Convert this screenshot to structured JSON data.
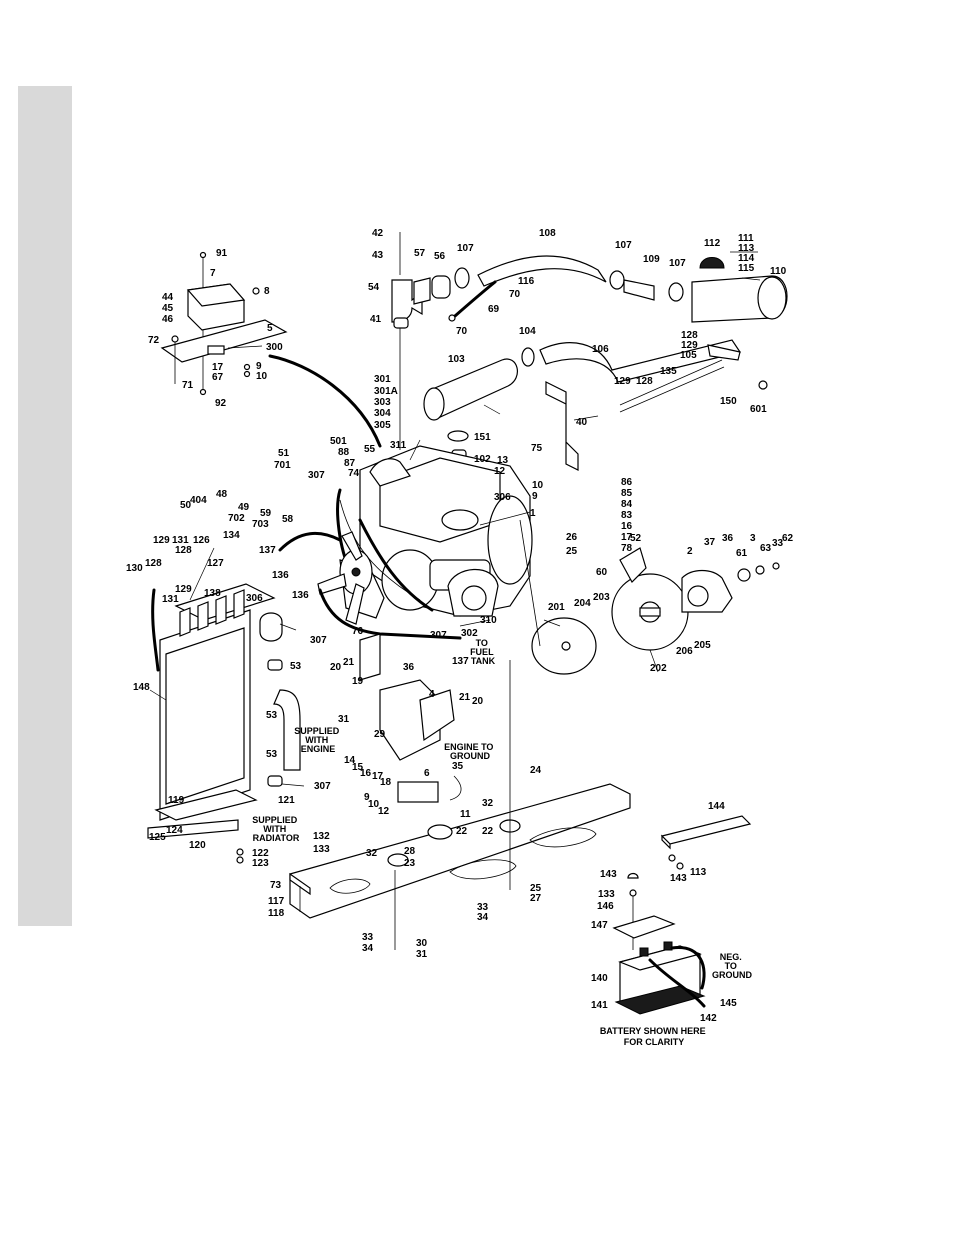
{
  "labels": [
    {
      "id": "l42",
      "t": "42"
    },
    {
      "id": "l43",
      "t": "43"
    },
    {
      "id": "l54",
      "t": "54"
    },
    {
      "id": "l41",
      "t": "41"
    },
    {
      "id": "l57",
      "t": "57"
    },
    {
      "id": "l56",
      "t": "56"
    },
    {
      "id": "l107a",
      "t": "107"
    },
    {
      "id": "l108",
      "t": "108"
    },
    {
      "id": "l116",
      "t": "116"
    },
    {
      "id": "l70a",
      "t": "70"
    },
    {
      "id": "l69",
      "t": "69"
    },
    {
      "id": "l70b",
      "t": "70"
    },
    {
      "id": "l107b",
      "t": "107"
    },
    {
      "id": "l109",
      "t": "109"
    },
    {
      "id": "l107c",
      "t": "107"
    },
    {
      "id": "l112",
      "t": "112"
    },
    {
      "id": "l111",
      "t": "111"
    },
    {
      "id": "l113a",
      "t": "113"
    },
    {
      "id": "l114",
      "t": "114"
    },
    {
      "id": "l115",
      "t": "115"
    },
    {
      "id": "l110",
      "t": "110"
    },
    {
      "id": "l91",
      "t": "91"
    },
    {
      "id": "l7",
      "t": "7"
    },
    {
      "id": "l8",
      "t": "8"
    },
    {
      "id": "l44",
      "t": "44"
    },
    {
      "id": "l45",
      "t": "45"
    },
    {
      "id": "l46",
      "t": "46"
    },
    {
      "id": "l72",
      "t": "72"
    },
    {
      "id": "l5",
      "t": "5"
    },
    {
      "id": "l300",
      "t": "300"
    },
    {
      "id": "l17a",
      "t": "17"
    },
    {
      "id": "l67",
      "t": "67"
    },
    {
      "id": "l9a",
      "t": "9"
    },
    {
      "id": "l10a",
      "t": "10"
    },
    {
      "id": "l71",
      "t": "71"
    },
    {
      "id": "l92",
      "t": "92"
    },
    {
      "id": "l104",
      "t": "104"
    },
    {
      "id": "l106",
      "t": "106"
    },
    {
      "id": "l103",
      "t": "103"
    },
    {
      "id": "l128a",
      "t": "128"
    },
    {
      "id": "l129a",
      "t": "129"
    },
    {
      "id": "l105",
      "t": "105"
    },
    {
      "id": "l135",
      "t": "135"
    },
    {
      "id": "l129b",
      "t": "129"
    },
    {
      "id": "l128b",
      "t": "128"
    },
    {
      "id": "l150",
      "t": "150"
    },
    {
      "id": "l601",
      "t": "601"
    },
    {
      "id": "l301",
      "t": "301"
    },
    {
      "id": "l301A",
      "t": "301A"
    },
    {
      "id": "l303",
      "t": "303"
    },
    {
      "id": "l304",
      "t": "304"
    },
    {
      "id": "l305",
      "t": "305"
    },
    {
      "id": "l151",
      "t": "151"
    },
    {
      "id": "l40",
      "t": "40"
    },
    {
      "id": "l501",
      "t": "501"
    },
    {
      "id": "l88",
      "t": "88"
    },
    {
      "id": "l87",
      "t": "87"
    },
    {
      "id": "l74",
      "t": "74"
    },
    {
      "id": "l55",
      "t": "55"
    },
    {
      "id": "l311",
      "t": "311"
    },
    {
      "id": "l102",
      "t": "102"
    },
    {
      "id": "l75",
      "t": "75"
    },
    {
      "id": "l13",
      "t": "13"
    },
    {
      "id": "l12a",
      "t": "12"
    },
    {
      "id": "l10b",
      "t": "10"
    },
    {
      "id": "l9b",
      "t": "9"
    },
    {
      "id": "l306a",
      "t": "306"
    },
    {
      "id": "l51",
      "t": "51"
    },
    {
      "id": "l701",
      "t": "701"
    },
    {
      "id": "l307a",
      "t": "307"
    },
    {
      "id": "l50",
      "t": "50"
    },
    {
      "id": "l404",
      "t": "404"
    },
    {
      "id": "l48",
      "t": "48"
    },
    {
      "id": "l49",
      "t": "49"
    },
    {
      "id": "l702",
      "t": "702"
    },
    {
      "id": "l59",
      "t": "59"
    },
    {
      "id": "l703",
      "t": "703"
    },
    {
      "id": "l58",
      "t": "58"
    },
    {
      "id": "l1",
      "t": "1"
    },
    {
      "id": "l86",
      "t": "86"
    },
    {
      "id": "l85",
      "t": "85"
    },
    {
      "id": "l84",
      "t": "84"
    },
    {
      "id": "l83",
      "t": "83"
    },
    {
      "id": "l16a",
      "t": "16"
    },
    {
      "id": "l17b",
      "t": "17"
    },
    {
      "id": "l78",
      "t": "78"
    },
    {
      "id": "l26",
      "t": "26"
    },
    {
      "id": "l25a",
      "t": "25"
    },
    {
      "id": "l52",
      "t": "52"
    },
    {
      "id": "l37",
      "t": "37"
    },
    {
      "id": "l36a",
      "t": "36"
    },
    {
      "id": "l3",
      "t": "3"
    },
    {
      "id": "l62",
      "t": "62"
    },
    {
      "id": "l2",
      "t": "2"
    },
    {
      "id": "l61",
      "t": "61"
    },
    {
      "id": "l63",
      "t": "63"
    },
    {
      "id": "l33a",
      "t": "33"
    },
    {
      "id": "l60",
      "t": "60"
    },
    {
      "id": "l137a",
      "t": "137"
    },
    {
      "id": "l136a",
      "t": "136"
    },
    {
      "id": "l306b",
      "t": "306"
    },
    {
      "id": "l136b",
      "t": "136"
    },
    {
      "id": "l129c",
      "t": "129"
    },
    {
      "id": "l131a",
      "t": "131"
    },
    {
      "id": "l126",
      "t": "126"
    },
    {
      "id": "l134",
      "t": "134"
    },
    {
      "id": "l128c",
      "t": "128"
    },
    {
      "id": "l130",
      "t": "130"
    },
    {
      "id": "l128d",
      "t": "128"
    },
    {
      "id": "l127",
      "t": "127"
    },
    {
      "id": "l129d",
      "t": "129"
    },
    {
      "id": "l131b",
      "t": "131"
    },
    {
      "id": "l138",
      "t": "138"
    },
    {
      "id": "l76",
      "t": "76"
    },
    {
      "id": "l307b",
      "t": "307"
    },
    {
      "id": "l302",
      "t": "302"
    },
    {
      "id": "l310",
      "t": "310"
    },
    {
      "id": "l137b",
      "t": "137"
    },
    {
      "id": "l201",
      "t": "201"
    },
    {
      "id": "l204",
      "t": "204"
    },
    {
      "id": "l203",
      "t": "203"
    },
    {
      "id": "l206",
      "t": "206"
    },
    {
      "id": "l205",
      "t": "205"
    },
    {
      "id": "l202",
      "t": "202"
    },
    {
      "id": "l307c",
      "t": "307"
    },
    {
      "id": "l53a",
      "t": "53"
    },
    {
      "id": "l21a",
      "t": "21"
    },
    {
      "id": "l20a",
      "t": "20"
    },
    {
      "id": "l36b",
      "t": "36"
    },
    {
      "id": "l19",
      "t": "19"
    },
    {
      "id": "l148",
      "t": "148"
    },
    {
      "id": "l53b",
      "t": "53"
    },
    {
      "id": "l4",
      "t": "4"
    },
    {
      "id": "l21b",
      "t": "21"
    },
    {
      "id": "l20b",
      "t": "20"
    },
    {
      "id": "l31a",
      "t": "31"
    },
    {
      "id": "l29",
      "t": "29"
    },
    {
      "id": "l53c",
      "t": "53"
    },
    {
      "id": "l307d",
      "t": "307"
    },
    {
      "id": "l14",
      "t": "14"
    },
    {
      "id": "l15",
      "t": "15"
    },
    {
      "id": "l16b",
      "t": "16"
    },
    {
      "id": "l17c",
      "t": "17"
    },
    {
      "id": "l18",
      "t": "18"
    },
    {
      "id": "l35",
      "t": "35"
    },
    {
      "id": "l24",
      "t": "24"
    },
    {
      "id": "l6",
      "t": "6"
    },
    {
      "id": "l9c",
      "t": "9"
    },
    {
      "id": "l10c",
      "t": "10"
    },
    {
      "id": "l12b",
      "t": "12"
    },
    {
      "id": "l11",
      "t": "11"
    },
    {
      "id": "l32a",
      "t": "32"
    },
    {
      "id": "l119",
      "t": "119"
    },
    {
      "id": "l121",
      "t": "121"
    },
    {
      "id": "l22a",
      "t": "22"
    },
    {
      "id": "l22b",
      "t": "22"
    },
    {
      "id": "l125",
      "t": "125"
    },
    {
      "id": "l124",
      "t": "124"
    },
    {
      "id": "l120",
      "t": "120"
    },
    {
      "id": "l132",
      "t": "132"
    },
    {
      "id": "l133a",
      "t": "133"
    },
    {
      "id": "l32b",
      "t": "32"
    },
    {
      "id": "l28",
      "t": "28"
    },
    {
      "id": "l23",
      "t": "23"
    },
    {
      "id": "l122",
      "t": "122"
    },
    {
      "id": "l123",
      "t": "123"
    },
    {
      "id": "l73",
      "t": "73"
    },
    {
      "id": "l117",
      "t": "117"
    },
    {
      "id": "l118",
      "t": "118"
    },
    {
      "id": "l25b",
      "t": "25"
    },
    {
      "id": "l27",
      "t": "27"
    },
    {
      "id": "l33b",
      "t": "33"
    },
    {
      "id": "l34a",
      "t": "34"
    },
    {
      "id": "l33c",
      "t": "33"
    },
    {
      "id": "l34b",
      "t": "34"
    },
    {
      "id": "l30",
      "t": "30"
    },
    {
      "id": "l31b",
      "t": "31"
    },
    {
      "id": "l144",
      "t": "144"
    },
    {
      "id": "l143a",
      "t": "143"
    },
    {
      "id": "l143b",
      "t": "143"
    },
    {
      "id": "l113b",
      "t": "113"
    },
    {
      "id": "l133b",
      "t": "133"
    },
    {
      "id": "l146",
      "t": "146"
    },
    {
      "id": "l147",
      "t": "147"
    },
    {
      "id": "l140",
      "t": "140"
    },
    {
      "id": "l141",
      "t": "141"
    },
    {
      "id": "l142",
      "t": "142"
    },
    {
      "id": "l145",
      "t": "145"
    }
  ],
  "notes": {
    "to_fuel_tank": [
      "TO",
      "FUEL",
      "TANK"
    ],
    "supplied_with_engine": [
      "SUPPLIED",
      "WITH",
      "ENGINE"
    ],
    "engine_to_ground": [
      "ENGINE TO",
      "GROUND"
    ],
    "supplied_with_radiator": [
      "SUPPLIED",
      "WITH",
      "RADIATOR"
    ],
    "neg_to_ground": [
      "NEG.",
      "TO",
      "GROUND"
    ],
    "battery_shown": [
      "BATTERY SHOWN HERE",
      "FOR CLARITY"
    ]
  },
  "colors": {
    "sidebar": "#d9d9d9",
    "ink": "#000000",
    "paper": "#ffffff"
  }
}
